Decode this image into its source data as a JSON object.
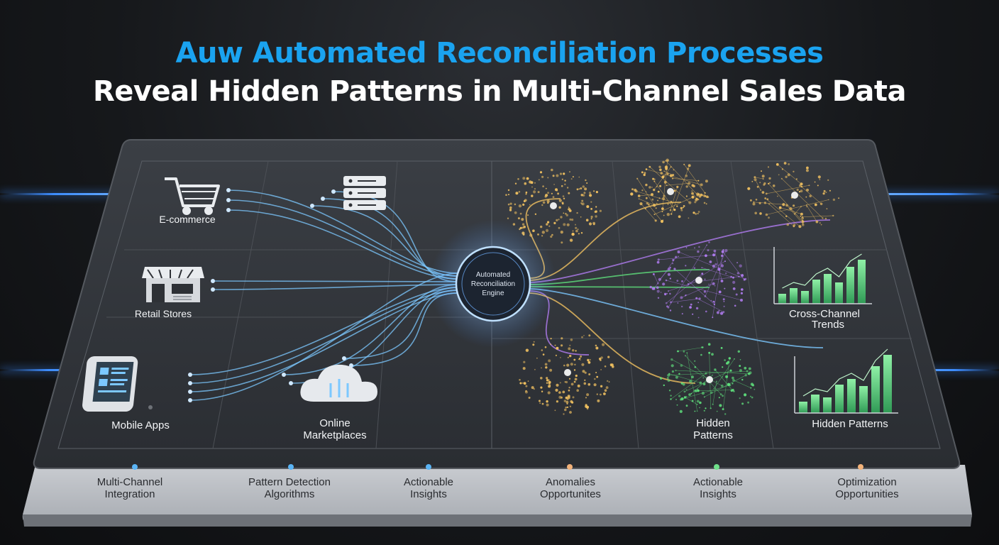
{
  "title_line1": "Auw Automated Reconciliation Processes",
  "title_line2": "Reveal Hidden Patterns in Multi-Channel Sales Data",
  "sources": {
    "ecommerce": "E-commerce",
    "retail": "Retail Stores",
    "mobile": "Mobile Apps",
    "marketplaces_line1": "Online",
    "marketplaces_line2": "Marketplaces"
  },
  "engine": {
    "line1": "Automated",
    "line2": "Reconciliation",
    "line3": "Engine"
  },
  "outputs": {
    "cross_channel_line1": "Cross-Channel",
    "cross_channel_line2": "Trends",
    "hidden_patterns_line1": "Hidden",
    "hidden_patterns_line2": "Patterns",
    "hidden_patterns_chart": "Hidden Patterns"
  },
  "footer": [
    {
      "line1": "Multi-Channel",
      "line2": "Integration",
      "dot": "#5ab4f5"
    },
    {
      "line1": "Pattern Detection",
      "line2": "Algorithms",
      "dot": "#5ab4f5"
    },
    {
      "line1": "Actionable",
      "line2": "Insights",
      "dot": "#5ab4f5"
    },
    {
      "line1": "Anomalies",
      "line2": "Opportunites",
      "dot": "#f2b27a"
    },
    {
      "line1": "Actionable",
      "line2": "Insights",
      "dot": "#6fe08a"
    },
    {
      "line1": "Optimization",
      "line2": "Opportunities",
      "dot": "#f2b27a"
    }
  ],
  "colors": {
    "accent_blue": "#1aa3f0",
    "flow_blue": "#7cc8ff",
    "bar_green": "#57d37a",
    "gold": "#f0c060",
    "purple": "#b07cf0",
    "green": "#5fe07c"
  }
}
